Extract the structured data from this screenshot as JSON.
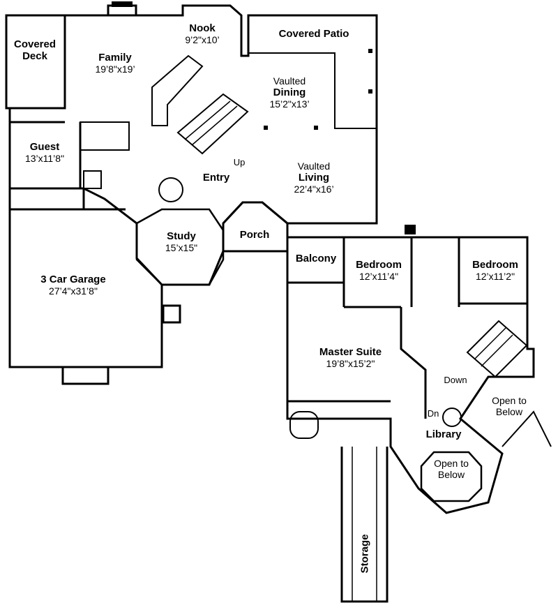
{
  "rooms": {
    "covered_deck": {
      "line1": "Covered",
      "line2": "Deck"
    },
    "family": {
      "name": "Family",
      "dims": "19’8\"x19’"
    },
    "nook": {
      "name": "Nook",
      "dims": "9’2\"x10’"
    },
    "covered_patio": {
      "name": "Covered Patio"
    },
    "vaulted_dining": {
      "qual": "Vaulted",
      "name": "Dining",
      "dims": "15’2\"x13’"
    },
    "guest": {
      "name": "Guest",
      "dims": "13’x11’8\""
    },
    "entry": {
      "name": "Entry"
    },
    "vaulted_living": {
      "qual": "Vaulted",
      "name": "Living",
      "dims": "22’4\"x16’"
    },
    "study": {
      "name": "Study",
      "dims": "15’x15\""
    },
    "porch": {
      "name": "Porch"
    },
    "garage": {
      "name": "3 Car Garage",
      "dims": "27’4\"x31’8\""
    },
    "balcony": {
      "name": "Balcony"
    },
    "bedroom1": {
      "name": "Bedroom",
      "dims": "12’x11’4\""
    },
    "bedroom2": {
      "name": "Bedroom",
      "dims": "12’x11’2\""
    },
    "master_suite": {
      "name": "Master Suite",
      "dims": "19’8\"x15’2\""
    },
    "library": {
      "name": "Library"
    },
    "storage": {
      "name": "Storage"
    }
  },
  "annotations": {
    "up": "Up",
    "down": "Down",
    "dn": "Dn",
    "open_below_right": {
      "line1": "Open to",
      "line2": "Below"
    },
    "open_below_library": {
      "line1": "Open to",
      "line2": "Below"
    }
  },
  "colors": {
    "ink": "#000000",
    "paper": "#ffffff"
  }
}
